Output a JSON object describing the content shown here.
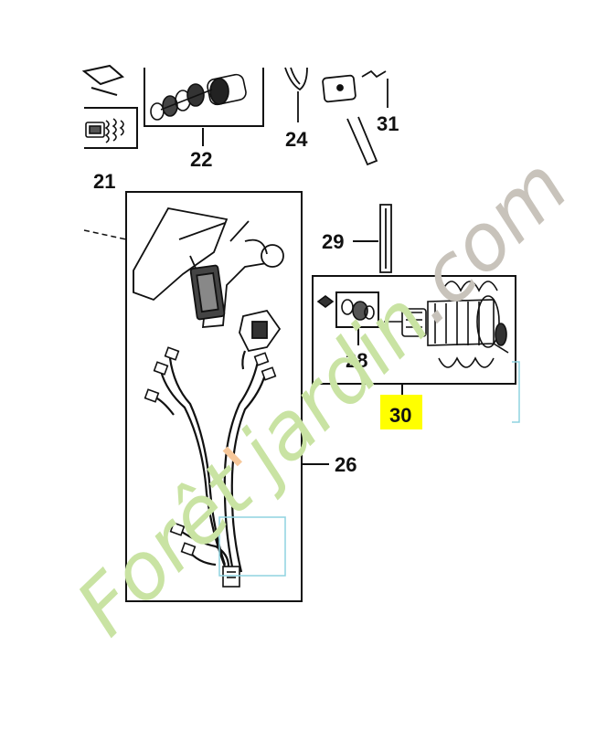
{
  "parts": {
    "p21": "21",
    "p22": "22",
    "p24": "24",
    "p31": "31",
    "p29": "29",
    "p28": "28",
    "p30": "30",
    "p26": "26"
  },
  "watermark": {
    "text_green": "Forêt",
    "text_orange": "'",
    "text_green2": "jardin",
    "text_gray": ".com"
  },
  "colors": {
    "line": "#111111",
    "highlight": "#ffff00",
    "watermark_green": "#c9e3a3",
    "watermark_orange": "#f6c79a",
    "watermark_gray": "#c8c3bb",
    "frame_cyan": "#8fd3e0"
  }
}
